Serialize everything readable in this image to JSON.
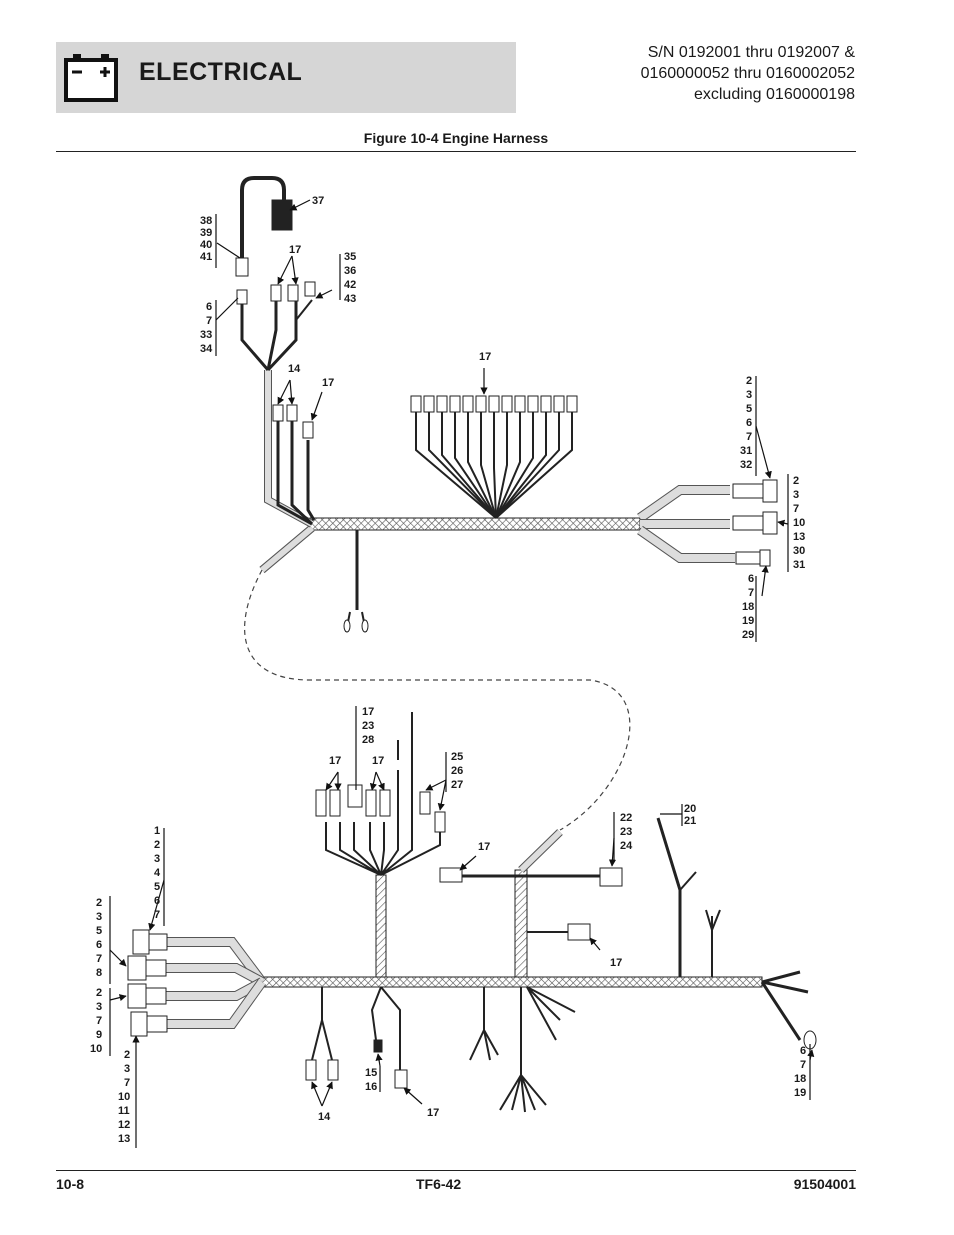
{
  "header": {
    "section": "ELECTRICAL",
    "serial_lines": [
      "S/N 0192001 thru 0192007 &",
      "0160000052 thru 0160002052",
      "excluding 0160000198"
    ],
    "icon": "battery-icon"
  },
  "figure_title": "Figure 10-4 Engine Harness",
  "callouts": [
    {
      "id": "c37",
      "lines": [
        "37"
      ]
    },
    {
      "id": "c38",
      "lines": [
        "38",
        "39",
        "40",
        "41"
      ]
    },
    {
      "id": "c17a",
      "lines": [
        "17"
      ]
    },
    {
      "id": "c35",
      "lines": [
        "35",
        "36",
        "42",
        "43"
      ]
    },
    {
      "id": "c6a",
      "lines": [
        "6",
        "7",
        "33",
        "34"
      ]
    },
    {
      "id": "c14a",
      "lines": [
        "14"
      ]
    },
    {
      "id": "c17b",
      "lines": [
        "17"
      ]
    },
    {
      "id": "c17c",
      "lines": [
        "17"
      ]
    },
    {
      "id": "c2a",
      "lines": [
        "2",
        "3",
        "5",
        "6",
        "7",
        "31",
        "32"
      ]
    },
    {
      "id": "c2b",
      "lines": [
        "2",
        "3",
        "7",
        "10",
        "13",
        "30",
        "31"
      ]
    },
    {
      "id": "c6b",
      "lines": [
        "6",
        "7",
        "18",
        "19",
        "29"
      ]
    },
    {
      "id": "c17d",
      "lines": [
        "17",
        "23",
        "28"
      ]
    },
    {
      "id": "c17e",
      "lines": [
        "17"
      ]
    },
    {
      "id": "c17f",
      "lines": [
        "17"
      ]
    },
    {
      "id": "c25",
      "lines": [
        "25",
        "26",
        "27"
      ]
    },
    {
      "id": "c20",
      "lines": [
        "20",
        "21"
      ]
    },
    {
      "id": "c22",
      "lines": [
        "22",
        "23",
        "24"
      ]
    },
    {
      "id": "c17g",
      "lines": [
        "17"
      ]
    },
    {
      "id": "c1",
      "lines": [
        "1",
        "2",
        "3",
        "4",
        "5",
        "6",
        "7"
      ]
    },
    {
      "id": "c2c",
      "lines": [
        "2",
        "3",
        "5",
        "6",
        "7",
        "8"
      ]
    },
    {
      "id": "c2d",
      "lines": [
        "2",
        "3",
        "7",
        "9",
        "10"
      ]
    },
    {
      "id": "c2e",
      "lines": [
        "2",
        "3",
        "7",
        "10",
        "11",
        "12",
        "13"
      ]
    },
    {
      "id": "c17h",
      "lines": [
        "17"
      ]
    },
    {
      "id": "c15",
      "lines": [
        "15",
        "16"
      ]
    },
    {
      "id": "c14b",
      "lines": [
        "14"
      ]
    },
    {
      "id": "c17i",
      "lines": [
        "17"
      ]
    },
    {
      "id": "c6c",
      "lines": [
        "6",
        "7",
        "18",
        "19"
      ]
    }
  ],
  "footer": {
    "page": "10-8",
    "model": "TF6-42",
    "doc": "91504001"
  }
}
